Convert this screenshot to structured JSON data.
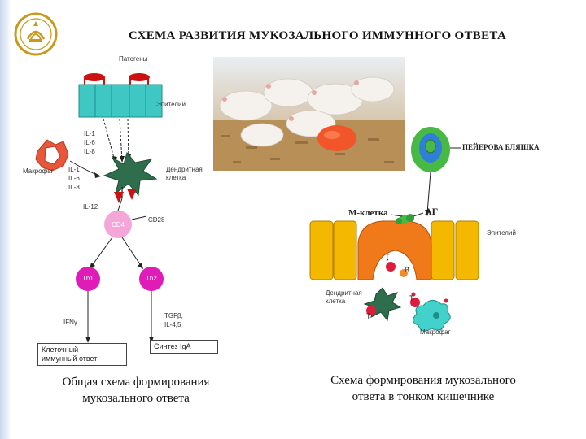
{
  "title": "СХЕМА РАЗВИТИЯ МУКОЗАЛЬНОГО ИММУННОГО ОТВЕТА",
  "left": {
    "pathogens": "Патогены",
    "epithelium": "Эпителий",
    "il_top": [
      "IL-1",
      "IL-6",
      "IL-8"
    ],
    "il_mid": [
      "IL-1",
      "IL-6",
      "IL-8"
    ],
    "macrophage": "Макрофаг",
    "dendritic": [
      "Дендритная",
      "клетка"
    ],
    "il12": "IL-12",
    "cd4": "CD4",
    "cd28": "CD28",
    "th1": "Th1",
    "th2": "Th2",
    "ifn": "IFNγ",
    "tgf": [
      "TGFβ,",
      "IL-4,5"
    ],
    "cellular": [
      "Клеточный",
      "иммунный ответ"
    ],
    "iga": "Синтез IgA"
  },
  "right": {
    "peyer": "ПЕЙЕРОВА БЛЯШКА",
    "mcell": "М-клетка",
    "ag": "АГ",
    "epithelium": "Эпителий",
    "t": "Т",
    "b": "В",
    "dendritic": [
      "Дендритная",
      "клетка"
    ],
    "macrophage": "Макрофаг"
  },
  "captions": {
    "left": [
      "Общая схема  формирования",
      "мукозального ответа"
    ],
    "right": [
      "Схема формирования мукозального",
      "ответа в  тонком  кишечнике"
    ]
  },
  "colors": {
    "pathogen": "#cc1111",
    "epithelium": "#3fc7c4",
    "dendritic": "#2f6e4c",
    "macrophage": "#e8573a",
    "cd4": "#f4a6d8",
    "th": "#e01cb8",
    "epithelium_right": "#f5b800",
    "mcell": "#f07a1a",
    "peyer_green": "#48b945",
    "peyer_blue": "#2f7ed8",
    "t_cell": "#e01c3c",
    "b_cell": "#f08b2a",
    "macrophage_right": "#43d1cc"
  }
}
